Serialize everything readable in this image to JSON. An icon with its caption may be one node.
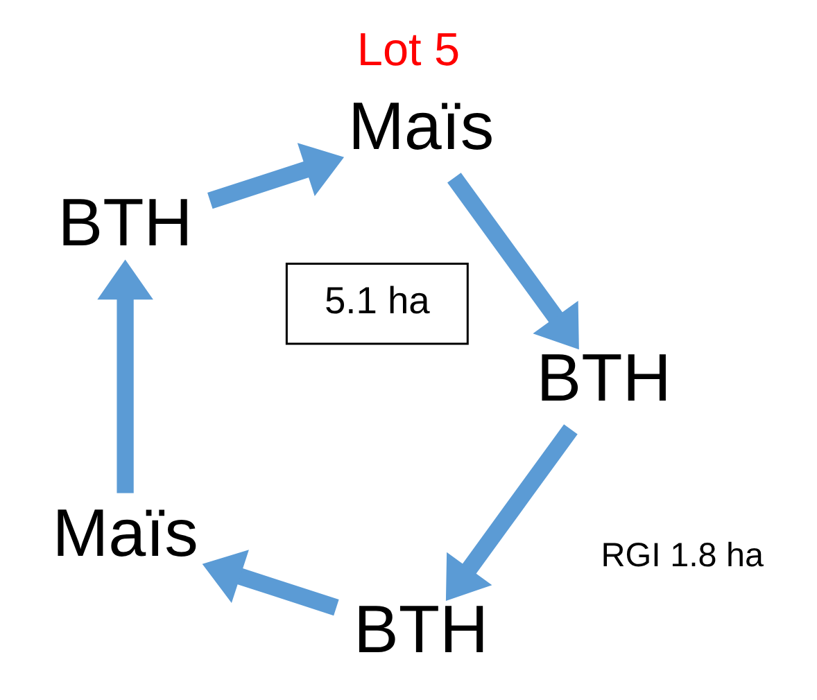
{
  "diagram": {
    "title": "Lot 5",
    "nodes": [
      {
        "text": [
          "BTH"
        ]
      },
      {
        "text": [
          "Maïs"
        ]
      },
      {
        "text": [
          "5.1 ha"
        ]
      },
      {
        "text": [
          "BTH"
        ]
      },
      {
        "text": [
          "BTH"
        ]
      },
      {
        "text": [
          "Maïs"
        ]
      }
    ],
    "edges": [
      {
        "from": 0,
        "to": 1,
        "arrow": "to"
      },
      {
        "from": 1,
        "to": 4,
        "arrow": "to"
      },
      {
        "from": 4,
        "to": 5,
        "arrow": "to"
      },
      {
        "from": 5,
        "to": 3,
        "arrow": "to"
      },
      {
        "from": 3,
        "to": 0,
        "arrow": "to"
      }
    ],
    "labels": [
      "RGI 1.8 ha"
    ]
  }
}
